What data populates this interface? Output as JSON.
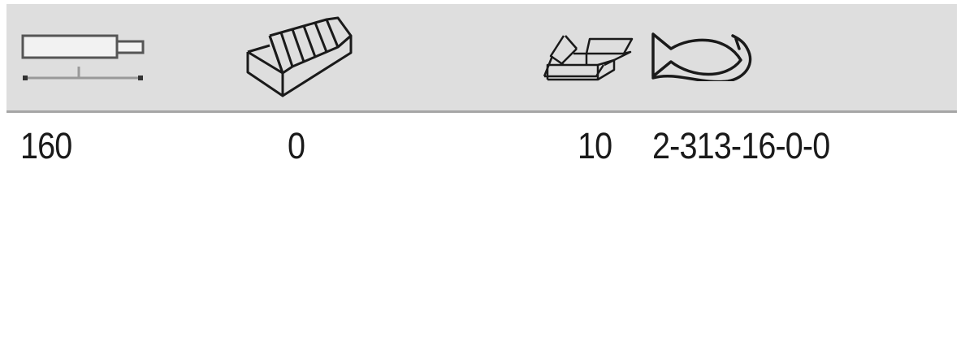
{
  "table": {
    "header_icons": [
      {
        "name": "length-icon",
        "meaning": "length"
      },
      {
        "name": "thread-icon",
        "meaning": "thread / teeth"
      },
      {
        "name": "package-box-icon",
        "meaning": "pack quantity"
      },
      {
        "name": "fish-icon",
        "meaning": "article code"
      }
    ],
    "row": {
      "length": "160",
      "thread": "0",
      "pack_qty": "10",
      "article_code": "2-313-16-0-0"
    }
  },
  "colors": {
    "header_background": "#dedede",
    "header_rule": "#a6a6a6",
    "text": "#1a1a1a"
  }
}
